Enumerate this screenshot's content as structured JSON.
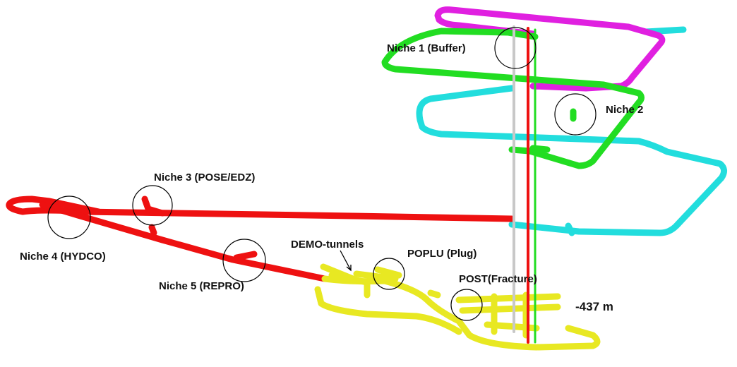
{
  "diagram": {
    "labels": {
      "niche1": "Niche 1 (Buffer)",
      "niche2": "Niche 2",
      "niche3": "Niche 3 (POSE/EDZ)",
      "niche4": "Niche 4 (HYDCO)",
      "niche5": "Niche 5 (REPRO)",
      "demo": "DEMO-tunnels",
      "poplu": "POPLU (Plug)",
      "post": "POST(Fracture)",
      "depth": "-437 m"
    },
    "colors": {
      "level_top": "#e020e0",
      "level_upper": "#22dd22",
      "level_middle": "#22dddd",
      "level_lower": "#ee1111",
      "level_bottom": "#e8e822",
      "shaft_grey": "#c8c8c8",
      "outline": "#000000"
    }
  }
}
